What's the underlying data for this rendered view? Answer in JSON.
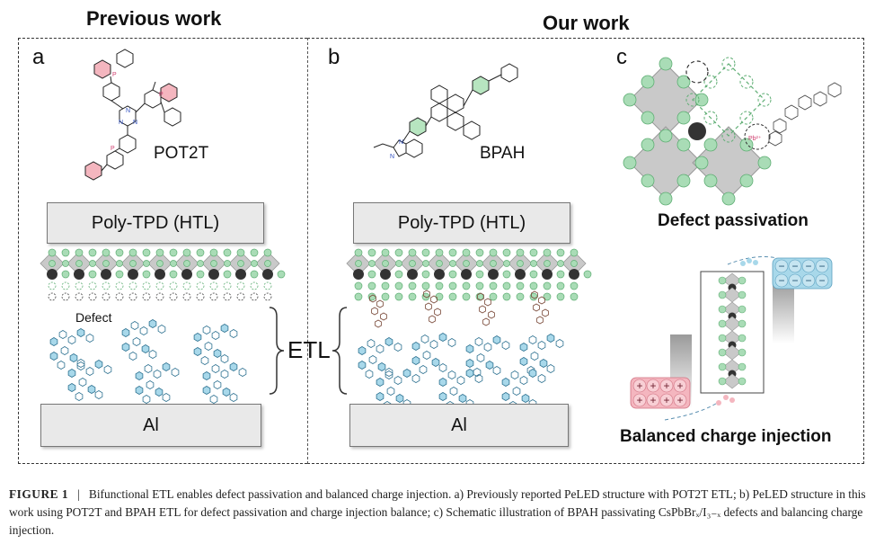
{
  "headings": {
    "previous": "Previous work",
    "ours": "Our work"
  },
  "panels": {
    "a": "a",
    "b": "b",
    "c": "c"
  },
  "molecules": {
    "pot2t": "POT2T",
    "bpah": "BPAH"
  },
  "layers": {
    "htl": "Poly-TPD (HTL)",
    "cathode": "Al"
  },
  "labels": {
    "defect": "Defect",
    "etl": "ETL",
    "pb_ion": "Pb²⁺",
    "defect_passivation": "Defect passivation",
    "balanced_injection": "Balanced charge injection"
  },
  "charges": {
    "minus": "−",
    "plus": "+"
  },
  "caption": {
    "figure_label": "FIGURE 1",
    "separator": "|",
    "text": "Bifunctional ETL enables defect passivation and balanced charge injection. a) Previously reported PeLED structure with POT2T ETL; b) PeLED structure in this work using POT2T and BPAH ETL for defect passivation and charge injection balance; c) Schematic illustration of BPAH passivating CsPbBrₓ/I₃₋ₓ defects and balancing charge injection."
  },
  "colors": {
    "green": "#a9dcb6",
    "green_stroke": "#5fae74",
    "gray_octa": "#c9c9c9",
    "dark": "#333333",
    "blue": "#a8d8ea",
    "pink": "#f4b6bf"
  }
}
